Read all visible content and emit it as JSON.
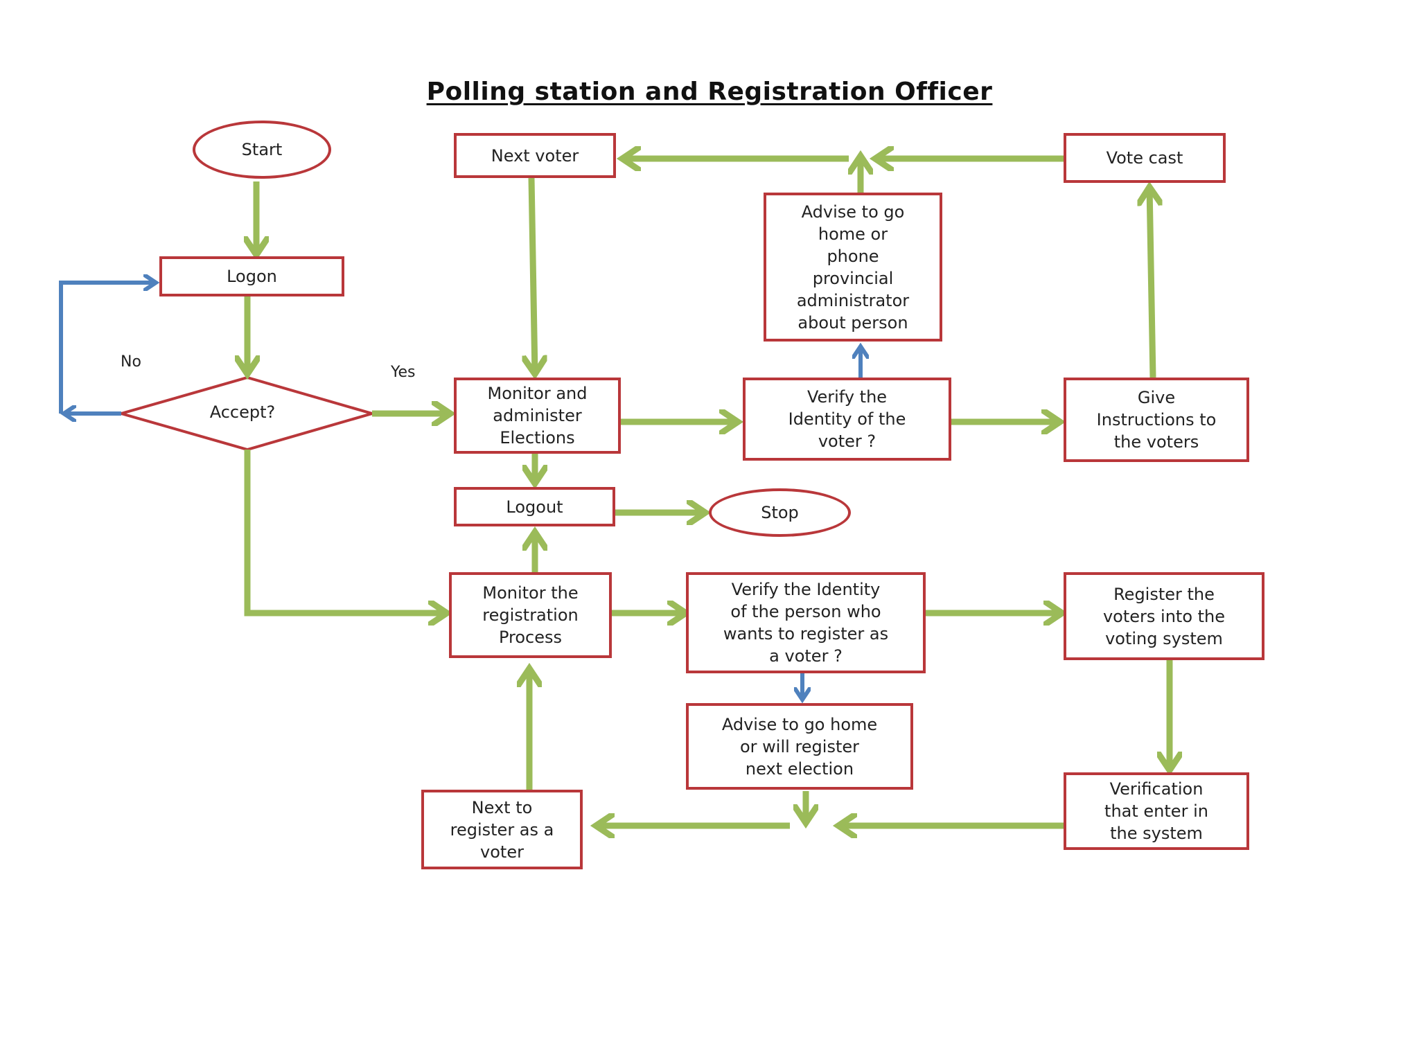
{
  "title": "Polling station and Registration Officer",
  "colors": {
    "border": "#b9373a",
    "flow_arrow": "#9bbb59",
    "no_arrow": "#4f81bd"
  },
  "nodes": {
    "start": "Start",
    "logon": "Logon",
    "accept": "Accept?",
    "yes_label": "Yes",
    "no_label": "No",
    "next_voter": "Next voter",
    "monitor_elections": "Monitor and\nadminister\nElections",
    "verify_voter": "Verify the\nIdentity of the\nvoter ?",
    "advise_home": "Advise to go\nhome or\nphone\nprovincial\nadministrator\nabout person",
    "vote_cast": "Vote cast",
    "give_instructions": "Give\nInstructions to\nthe voters",
    "logout": "Logout",
    "stop": "Stop",
    "monitor_registration": "Monitor the\nregistration\nProcess",
    "verify_registrant": "Verify the Identity\nof the person who\nwants to register as\na voter ?",
    "register_voters": "Register the\nvoters into the\nvoting system",
    "advise_next_election": "Advise to go home\nor will register\nnext election",
    "next_to_register": "Next to\nregister as a\nvoter",
    "verification_entered": "Verification\nthat enter in\nthe system"
  }
}
